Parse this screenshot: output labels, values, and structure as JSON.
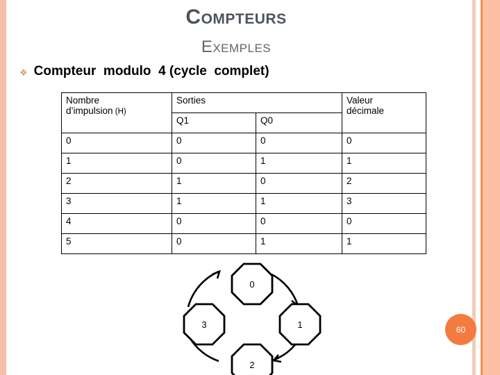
{
  "slide": {
    "title": "Compteurs",
    "subtitle": "Exemples",
    "bullet_glyph": "❖",
    "bullet_text": "Compteur  modulo  4 (cycle  complet)",
    "slide_number": "60",
    "accent_color": "#f47b3f",
    "band_color": "#fbbfa3",
    "title_color": "#4c545e",
    "bullet_color": "#d79b72"
  },
  "table": {
    "headers": {
      "nombre_line1": "Nombre",
      "nombre_line2": "d’impulsion",
      "nombre_suffix": " (H)",
      "sorties": "Sorties",
      "q1": "Q1",
      "q0": "Q0",
      "valeur_line1": "Valeur",
      "valeur_line2": "décimale"
    },
    "rows": [
      {
        "n": "0",
        "q1": "0",
        "q0": "0",
        "val": "0"
      },
      {
        "n": "1",
        "q1": "0",
        "q0": "1",
        "val": "1"
      },
      {
        "n": "2",
        "q1": "1",
        "q0": "0",
        "val": "2"
      },
      {
        "n": "3",
        "q1": "1",
        "q0": "1",
        "val": "3"
      },
      {
        "n": "4",
        "q1": "0",
        "q0": "0",
        "val": "0"
      },
      {
        "n": "5",
        "q1": "0",
        "q0": "1",
        "val": "1"
      }
    ]
  },
  "diagram": {
    "type": "state-cycle",
    "nodes": [
      {
        "label": "0",
        "position": "top"
      },
      {
        "label": "1",
        "position": "right"
      },
      {
        "label": "2",
        "position": "bottom"
      },
      {
        "label": "3",
        "position": "left"
      }
    ],
    "transitions": [
      {
        "from": "0",
        "to": "1"
      },
      {
        "from": "1",
        "to": "2"
      },
      {
        "from": "2",
        "to": "3"
      },
      {
        "from": "3",
        "to": "0"
      }
    ],
    "direction": "clockwise"
  }
}
